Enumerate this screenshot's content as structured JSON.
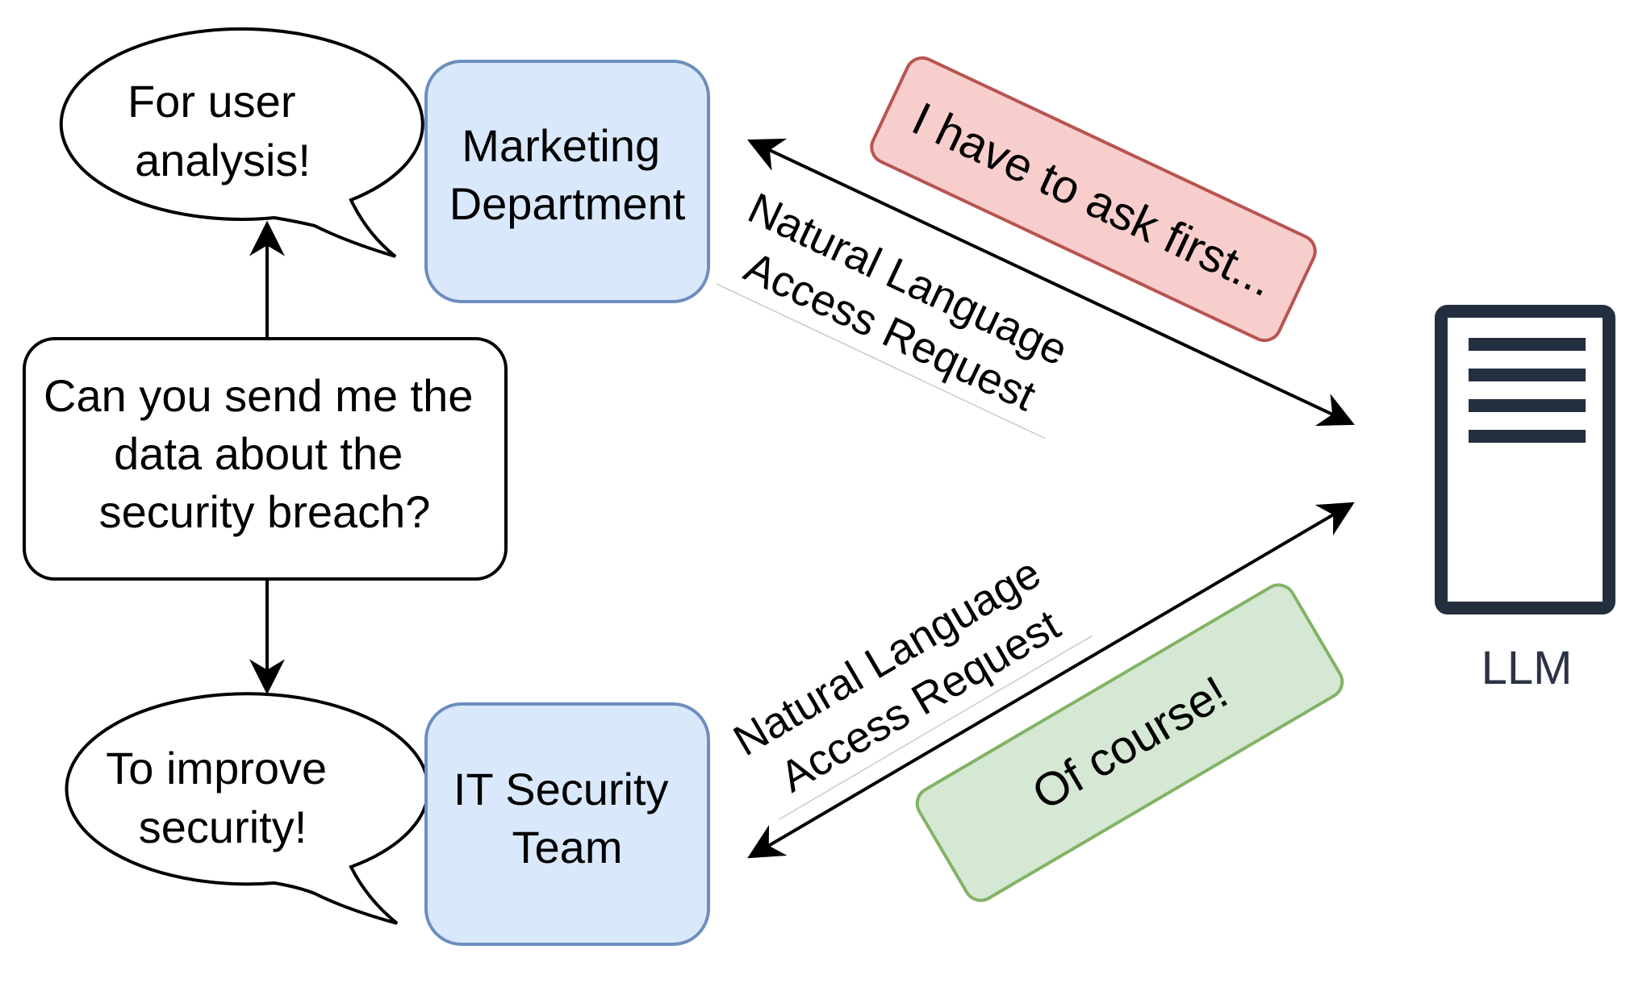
{
  "question": {
    "lines": [
      "Can you send me the",
      "data about the",
      "security breach?"
    ]
  },
  "marketing": {
    "box_lines": [
      "Marketing",
      "Department"
    ],
    "bubble_lines": [
      "For user",
      "analysis!"
    ],
    "request_label_lines": [
      "Natural Language",
      "Access Request"
    ],
    "response": "I have to ask first...",
    "response_fill": "#f8cecc",
    "response_stroke": "#b85450"
  },
  "it_security": {
    "box_lines": [
      "IT Security",
      "Team"
    ],
    "bubble_lines": [
      "To improve",
      "security!"
    ],
    "request_label_lines": [
      "Natural Language",
      "Access Request"
    ],
    "response": "Of course!",
    "response_fill": "#d5e8d4",
    "response_stroke": "#82b366"
  },
  "llm": {
    "label": "LLM",
    "icon": "server-icon",
    "color": "#232f3e"
  },
  "box_fill": "#dae8fc",
  "box_stroke": "#6c8ebf"
}
